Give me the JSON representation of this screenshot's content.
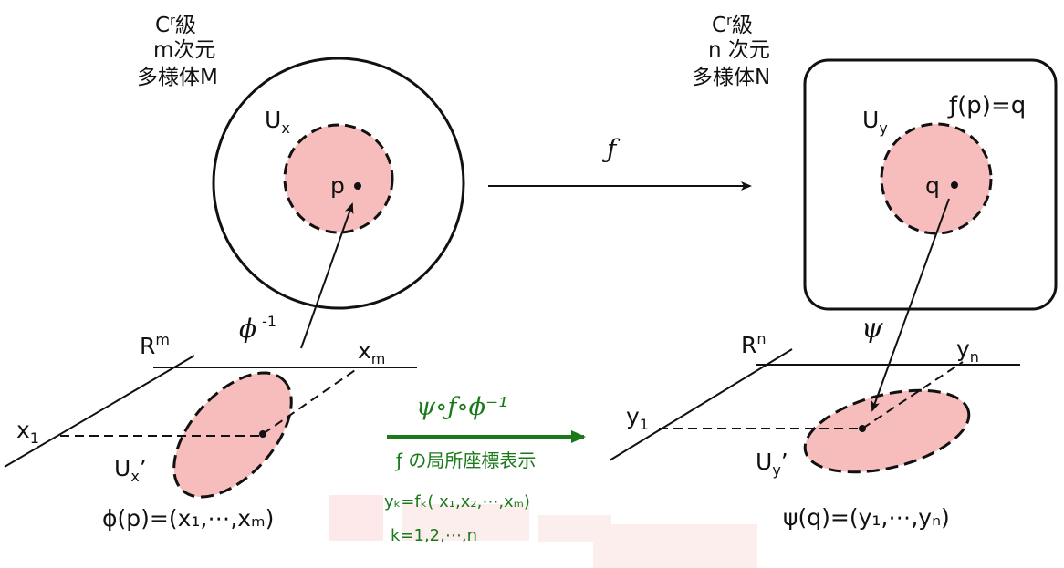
{
  "colors": {
    "region_fill": "#f7bdbd",
    "line": "#111111",
    "accent": "#1a7a1a",
    "ghost": "#fde9e9"
  },
  "manifold_M": {
    "smoothness_label": "C",
    "smoothness_sup": "r",
    "smoothness_suffix": "級",
    "dimension_label": "m次元",
    "name_label": "多様体M",
    "neighborhood_label": "U",
    "neighborhood_sub": "x",
    "point_label": "p"
  },
  "manifold_N": {
    "smoothness_label": "C",
    "smoothness_sup": "r",
    "smoothness_suffix": "級",
    "dimension_label": "n 次元",
    "name_label": "多様体N",
    "neighborhood_label": "U",
    "neighborhood_sub": "y",
    "point_label": "q",
    "image_label": "ƒ(p)=q"
  },
  "map_f": {
    "label": "ƒ"
  },
  "chart_M": {
    "inverse_label": "ϕ",
    "inverse_sup": "-1",
    "space_label": "R",
    "space_sup": "m",
    "axis_xm": "x",
    "axis_xm_sub": "m",
    "axis_x1": "x",
    "axis_x1_sub": "1",
    "region_label": "U",
    "region_sub": "x",
    "region_prime": "’",
    "coords_label": "ϕ(p)=(x₁,⋯,xₘ)"
  },
  "chart_N": {
    "map_label": "ψ",
    "space_label": "R",
    "space_sup": "n",
    "axis_yn": "y",
    "axis_yn_sub": "n",
    "axis_y1": "y",
    "axis_y1_sub": "1",
    "region_label": "U",
    "region_sub": "y",
    "region_prime": "’",
    "coords_label": "ψ(q)=(y₁,⋯,yₙ)"
  },
  "local_rep": {
    "composition_label": "ψ∘ƒ∘ϕ⁻¹",
    "caption": "ƒ の局所座標表示",
    "formula": "yₖ=fₖ( x₁,x₂,⋯,xₘ)",
    "index_range": "k=1,2,⋯,n"
  }
}
